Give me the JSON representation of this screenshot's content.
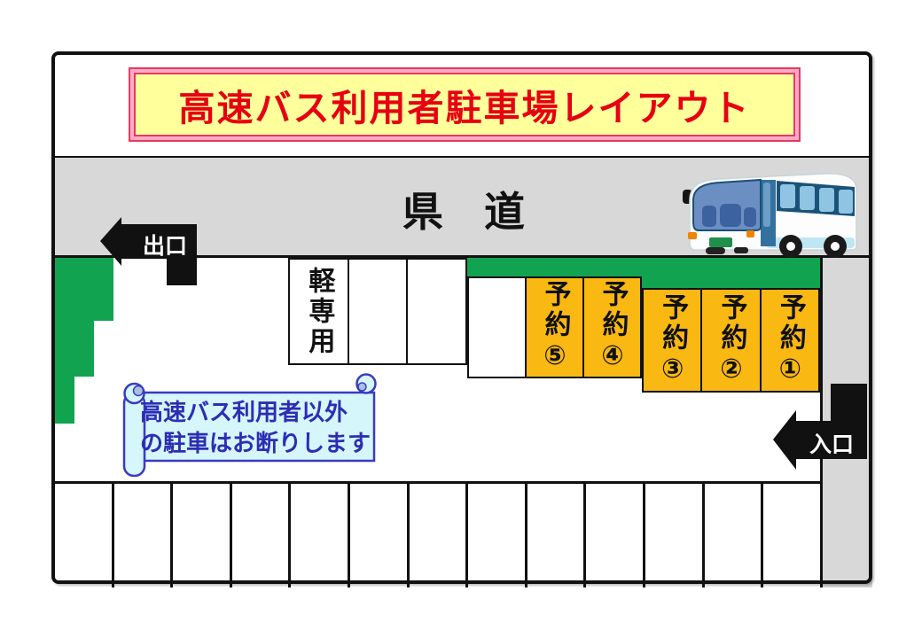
{
  "colors": {
    "road_gray": "#d8d8d8",
    "green": "#12a351",
    "orange": "#f9b812",
    "title_bg": "#ffff9b",
    "title_border": "#e43a62",
    "title_band": "#ffaac8",
    "title_text": "#e60012",
    "notice_bg": "#d5f6fb",
    "notice_border": "#3a3ac0",
    "notice_text": "#2d2db4"
  },
  "title": {
    "text": "高速バス利用者駐車場レイアウト"
  },
  "road": {
    "label": "県　道"
  },
  "icons": {
    "bus": "highway-bus-illustration",
    "exit_arrow": "bent-left-arrow",
    "entrance_arrow": "bent-left-arrow"
  },
  "exit": {
    "label": "出口"
  },
  "entrance": {
    "label": "入口"
  },
  "stalls": {
    "kei_label": "軽専用",
    "reserved": [
      "予約⑤",
      "予約④",
      "予約③",
      "予約②",
      "予約①"
    ],
    "bottom_row_count": 13
  },
  "notice": {
    "line1": "高速バス利用者以外",
    "line2": "の駐車はお断りします"
  }
}
